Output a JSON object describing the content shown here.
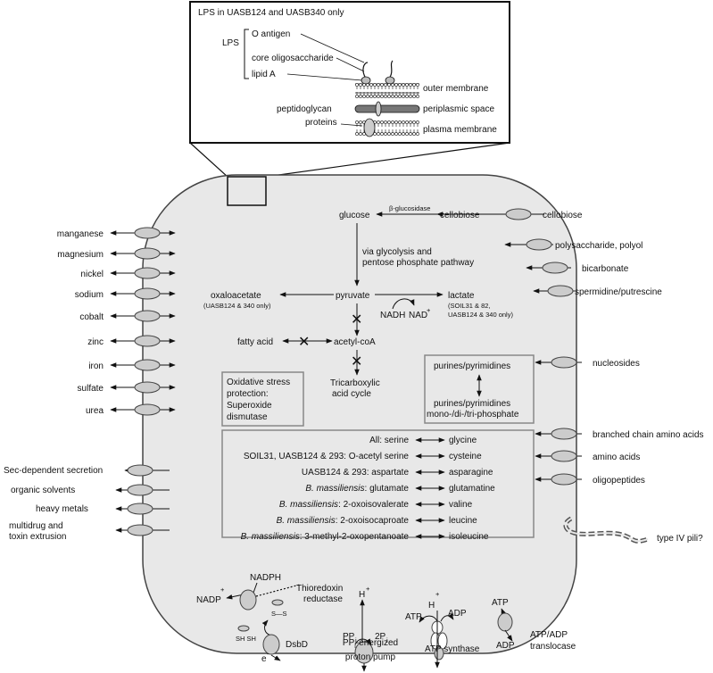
{
  "inset": {
    "title": "LPS in UASB124 and UASB340 only",
    "lps_label": "LPS",
    "o_antigen": "O antigen",
    "core_oligo": "core oligosaccharide",
    "lipid_a": "lipid A",
    "outer_membrane": "outer membrane",
    "peptidoglycan": "peptidoglycan",
    "periplasmic": "periplasmic space",
    "proteins": "proteins",
    "plasma_membrane": "plasma membrane"
  },
  "left_transporters": [
    "manganese",
    "magnesium",
    "nickel",
    "sodium",
    "cobalt",
    "zinc",
    "iron",
    "sulfate",
    "urea"
  ],
  "left_lower": {
    "sec": "Sec-dependent secretion",
    "organic": "organic solvents",
    "heavy": "heavy metals",
    "multidrug1": "multidrug and",
    "multidrug2": "toxin extrusion"
  },
  "right_transporters": {
    "cellobiose": "cellobiose",
    "polysaccharide": "polysaccharide, polyol",
    "bicarbonate": "bicarbonate",
    "spermidine": "spermidine/putrescine",
    "nucleosides": "nucleosides",
    "branched": "branched chain amino acids",
    "amino": "amino acids",
    "oligo": "oligopeptides",
    "pili": "type IV pili?"
  },
  "metabolism": {
    "glucose": "glucose",
    "beta_glucosidase": "β-glucosidase",
    "cellobiose_in": "cellobiose",
    "glycolysis1": "via glycolysis and",
    "glycolysis2": "pentose phosphate pathway",
    "oxaloacetate": "oxaloacetate",
    "oxa_note": "(UASB124 & 340 only)",
    "pyruvate": "pyruvate",
    "lactate": "lactate",
    "lactate_note1": "(SOIL31 & 82,",
    "lactate_note2": "UASB124 & 340 only)",
    "nadh": "NADH",
    "nad": "NAD",
    "nad_sup": "+",
    "fatty_acid": "fatty acid",
    "acetyl_coa": "acetyl-coA",
    "tca1": "Tricarboxylic",
    "tca2": "acid cycle"
  },
  "oxidative": [
    "Oxidative stress",
    "protection:",
    "Superoxide",
    "dismutase"
  ],
  "purines": {
    "top": "purines/pyrimidines",
    "bottom1": "purines/pyrimidines",
    "bottom2": "mono-/di-/tri-phosphate"
  },
  "amino_conversions": [
    {
      "prefix": "",
      "left": "All: serine",
      "right": "glycine"
    },
    {
      "prefix": "",
      "left": "SOIL31, UASB124 & 293: O-acetyl serine",
      "right": "cysteine"
    },
    {
      "prefix": "",
      "left": "UASB124 & 293: aspartate",
      "right": "asparagine"
    },
    {
      "prefix": "B. massiliensis",
      "left": ": glutamate",
      "right": "glutamatine"
    },
    {
      "prefix": "B. massiliensis",
      "left": ": 2-oxoisovalerate",
      "right": "valine"
    },
    {
      "prefix": "B. massiliensis",
      "left": ": 2-oxoisocaproate",
      "right": "leucine"
    },
    {
      "prefix": "B. massiliensis",
      "left": ": 3-methyl-2-oxopentanoate",
      "right": "isoleucine"
    }
  ],
  "bottom": {
    "nadph": "NADPH",
    "nadp": "NADP",
    "plus": "+",
    "thioredoxin1": "Thioredoxin",
    "thioredoxin2": "reductase",
    "ss": "S—S",
    "shsh": "SH SH",
    "dsbd": "DsbD",
    "e": "e",
    "e_sup": "-",
    "h": "H",
    "pp": "PP",
    "pp_sub": "i",
    "twop": "2P",
    "twop_sub": "i",
    "pump1": "PP",
    "pump1_sub": "i",
    "pump1_rest": "-energized",
    "pump2": "proton pump",
    "atp_in": "ATP",
    "adp_out": "ADP",
    "h_synth": "H",
    "atp_synthase": "ATP synthase",
    "atp_trans": "ATP",
    "adp_trans": "ADP",
    "translocase1": "ATP/ADP",
    "translocase2": "translocase"
  }
}
